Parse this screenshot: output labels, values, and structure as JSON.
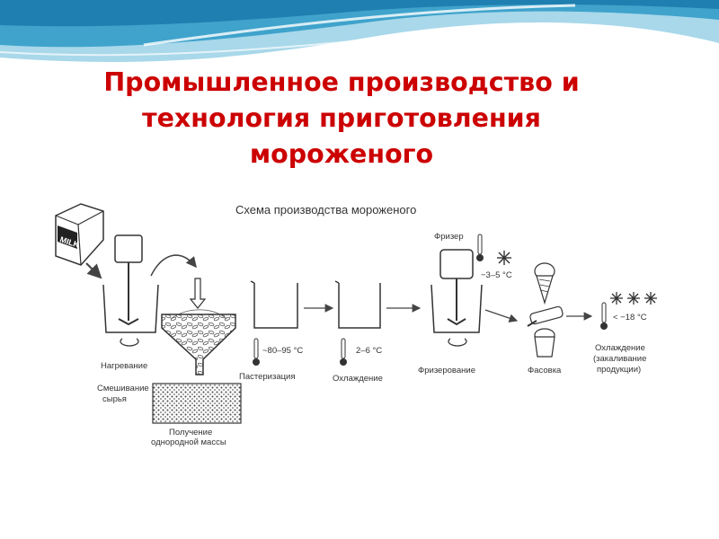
{
  "title": {
    "lines": [
      "Промышленное производство и",
      "технология приготовления",
      "мороженого"
    ]
  },
  "diagram": {
    "heading": "Схема производства мороженого",
    "milk_label": "MILK",
    "labels": {
      "heating": "Нагревание",
      "mixing_1": "Смешивание",
      "mixing_2": "сырья",
      "mass_1": "Получение",
      "mass_2": "однородной массы",
      "pasteurization": "Пастеризация",
      "cooling": "Охлаждение",
      "freezing": "Фризерование",
      "packing": "Фасовка",
      "hardening_1": "Охлаждение",
      "hardening_2": "(закаливание",
      "hardening_3": "продукции)",
      "freezer": "Фризер"
    },
    "temperatures": {
      "pasteurization": "~80–95 °С",
      "cooling": "2–6 °С",
      "freezer": "−3–5 °С",
      "hardening": "< −18 °С"
    }
  },
  "colors": {
    "title": "#cc0000",
    "wave_dark": "#3fa3cc",
    "wave_light": "#a8d8ea"
  }
}
